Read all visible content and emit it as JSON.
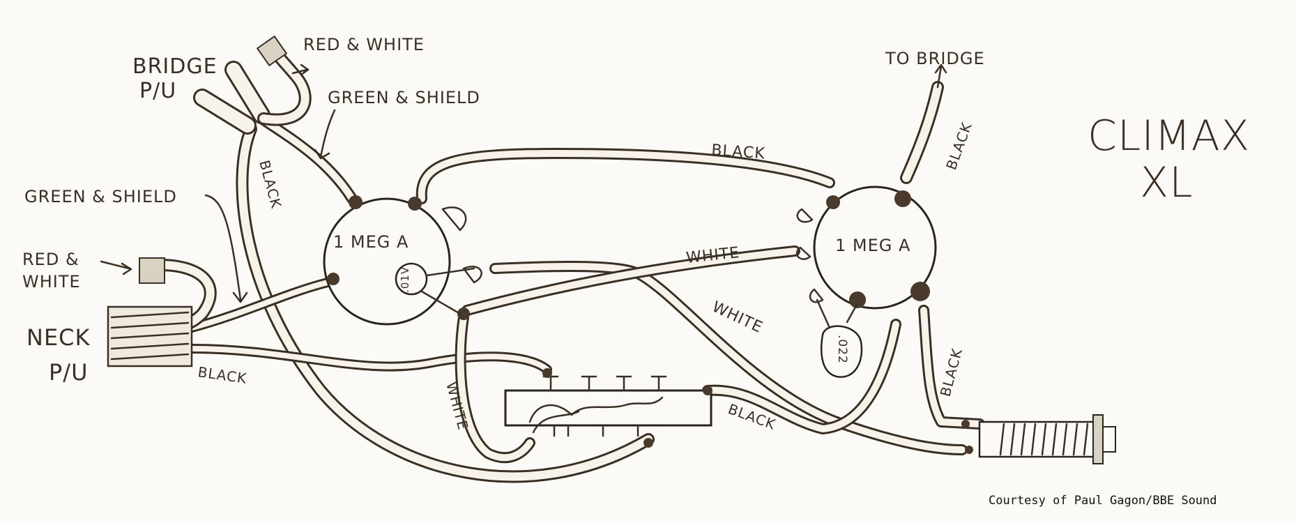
{
  "title": {
    "line1": "CLIMAX",
    "line2": "XL"
  },
  "labels": {
    "bridge_pu_1": "BRIDGE",
    "bridge_pu_2": "P/U",
    "red_white_top": "RED & WHITE",
    "green_shield_top": "GREEN & SHIELD",
    "green_shield_left": "GREEN & SHIELD",
    "red_white_left_1": "RED &",
    "red_white_left_2": "WHITE",
    "neck_pu_1": "NECK",
    "neck_pu_2": "P/U",
    "to_bridge": "TO BRIDGE",
    "black_top": "BLACK",
    "black_left_diag": "BLACK",
    "black_neck": "BLACK",
    "black_switch": "BLACK",
    "black_right_top": "BLACK",
    "black_right_jack": "BLACK",
    "white_switch": "WHITE",
    "white_mid": "WHITE",
    "white_cross": "WHITE"
  },
  "components": {
    "pot_left": "1 MEG A",
    "pot_right": "1 MEG A",
    "cap_left": ".01V",
    "cap_right": ".022"
  },
  "credit": "Courtesy of Paul Gagon/BBE Sound"
}
